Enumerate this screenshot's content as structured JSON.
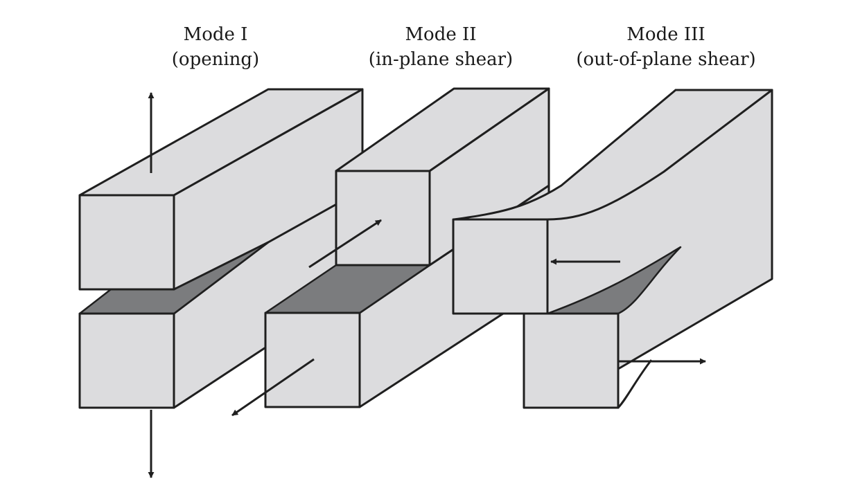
{
  "modes": [
    {
      "title": "Mode I",
      "subtitle": "(opening)"
    },
    {
      "title": "Mode II",
      "subtitle": "(in-plane shear)"
    },
    {
      "title": "Mode III",
      "subtitle": "(out-of-plane shear)"
    }
  ],
  "colors": {
    "block_fill": "#dcdcde",
    "crack_fill": "#7b7c7e",
    "outline": "#1f1f1f"
  }
}
